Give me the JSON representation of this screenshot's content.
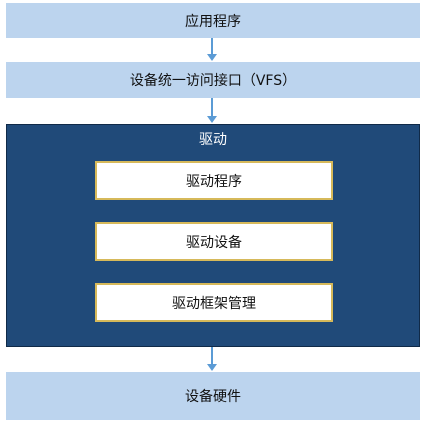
{
  "layers": {
    "app": "应用程序",
    "vfs": "设备统一访问接口（VFS）",
    "driver": {
      "title": "驱动",
      "items": [
        "驱动程序",
        "驱动设备",
        "驱动框架管理"
      ]
    },
    "hardware": "设备硬件"
  },
  "colors": {
    "light_box": "#bcd4ee",
    "driver_panel": "#204a79",
    "inner_border": "#d6b95a",
    "arrow": "#5b9bd5"
  }
}
